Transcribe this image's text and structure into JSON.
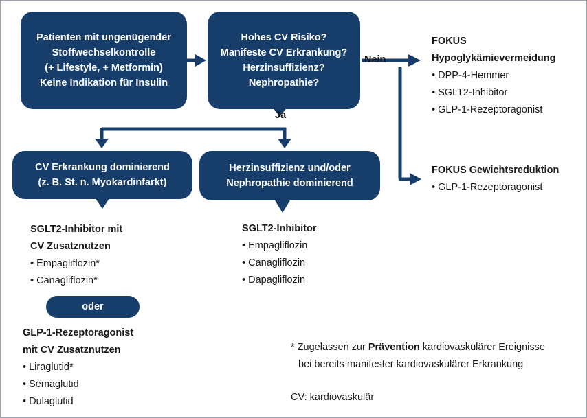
{
  "box_start": {
    "lines": [
      "Patienten mit ungenügender",
      "Stoffwechselkontrolle",
      "(+ Lifestyle, + Metformin)",
      "Keine Indikation für Insulin"
    ]
  },
  "box_question": {
    "lines": [
      "Hohes CV Risiko?",
      "Manifeste CV Erkrankung?",
      "Herzinsuffizienz?",
      "Nephropathie?"
    ]
  },
  "label_no": "Nein",
  "label_yes": "Ja",
  "focus_hypo": {
    "title1": "FOKUS",
    "title2": "Hypoglykämievermeidung",
    "items": [
      "• DPP-4-Hemmer",
      "• SGLT2-Inhibitor",
      "• GLP-1-Rezeptoragonist"
    ]
  },
  "focus_weight": {
    "title": "FOKUS Gewichtsreduktion",
    "items": [
      "• GLP-1-Rezeptoragonist"
    ]
  },
  "box_cv": {
    "lines": [
      "CV Erkrankung dominierend",
      "(z. B. St. n. Myokardinfarkt)"
    ]
  },
  "box_hf": {
    "lines": [
      "Herzinsuffizienz und/oder",
      "Nephropathie dominierend"
    ]
  },
  "sglt2_cv": {
    "title1": "SGLT2-Inhibitor mit",
    "title2": "CV Zusatznutzen",
    "items": [
      "• Empagliflozin*",
      "• Canagliflozin*"
    ]
  },
  "or_label": "oder",
  "glp1_cv": {
    "title1": "GLP-1-Rezeptoragonist",
    "title2": "mit CV Zusatznutzen",
    "items": [
      "• Liraglutid*",
      "• Semaglutid",
      "• Dulaglutid"
    ]
  },
  "sglt2_hf": {
    "title": "SGLT2-Inhibitor",
    "items": [
      "• Empagliflozin",
      "• Canagliflozin",
      "• Dapagliflozin"
    ]
  },
  "footnote": {
    "prefix": "* Zugelassen zur ",
    "bold": "Prävention",
    "rest": " kardiovaskulärer Ereignisse",
    "line2": "bei bereits manifester kardiovaskulärer Erkrankung"
  },
  "abbrev": "CV: kardiovaskulär",
  "colors": {
    "box": "#173e6b",
    "arrow": "#173e6b"
  }
}
